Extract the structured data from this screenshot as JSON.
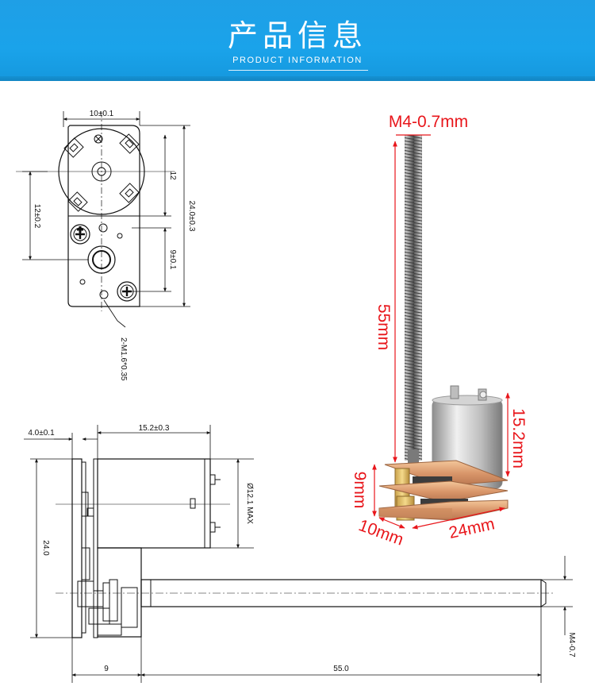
{
  "header": {
    "title": "产品信息",
    "subtitle": "PRODUCT INFORMATION"
  },
  "front_view": {
    "width_label": "10±0.1",
    "top_height_label": "12",
    "total_height_label": "24.0±0.3",
    "left_height_label": "12±0.2",
    "lower_height_label": "9±0.1",
    "screw_label": "2-M1.6*0.35"
  },
  "side_view": {
    "plate_thickness_label": "4.0±0.1",
    "motor_length_label": "15.2±0.3",
    "diameter_label": "Ø12.1 MAX",
    "height_label": "24.0",
    "base_length_label": "9",
    "shaft_length_label": "55.0",
    "thread_label": "M4-0.7"
  },
  "photo": {
    "thread_label": "M4-0.7mm",
    "shaft_length_label": "55mm",
    "motor_length_label": "15.2mm",
    "height_label": "9mm",
    "depth_label": "10mm",
    "width_label": "24mm"
  },
  "colors": {
    "banner": "#1aa3ea",
    "callout": "#e8161b",
    "line": "#111111"
  }
}
